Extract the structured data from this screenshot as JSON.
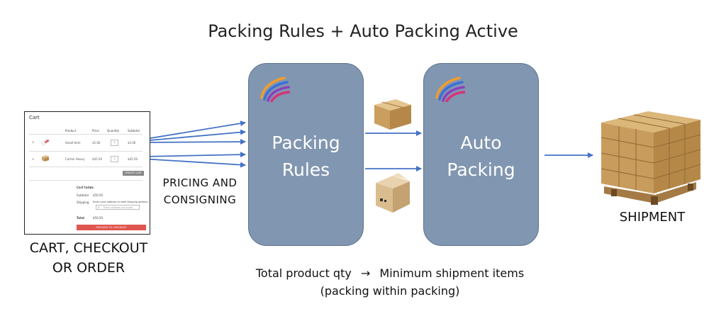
{
  "title": "Packing Rules + Auto Packing Active",
  "cart_panel": {
    "heading": "Cart",
    "columns": [
      "Product",
      "Price",
      "Quantity",
      "Subtotal"
    ],
    "rows": [
      {
        "name": "Small Item",
        "price": "$5.00",
        "qty": "1",
        "subtotal": "$5.00"
      },
      {
        "name": "Carton Heavy",
        "price": "$45.50",
        "qty": "1",
        "subtotal": "$45.50"
      }
    ],
    "update_button": "UPDATE CART",
    "totals_heading": "Cart totals",
    "subtotal_label": "Subtotal",
    "subtotal_value": "$50.50",
    "shipping_label": "Shipping",
    "shipping_note": "Enter your address to view shipping options.",
    "search_placeholder": "Enter address for quote",
    "total_label": "Total",
    "total_value": "$50.50",
    "checkout_button": "PROCEED TO CHECKOUT"
  },
  "cart_label_line1": "CART, CHECKOUT",
  "cart_label_line2": "OR ORDER",
  "pricing_line1": "PRICING AND",
  "pricing_line2": "CONSIGNING",
  "packing_rules_line1": "Packing",
  "packing_rules_line2": "Rules",
  "auto_packing_line1": "Auto",
  "auto_packing_line2": "Packing",
  "shipment_label": "SHIPMENT",
  "footer_left": "Total product qty",
  "footer_arrow": "→",
  "footer_right": "Minimum shipment items",
  "footer_line2": "(packing within packing)",
  "colors": {
    "box_fill": "#8196b0",
    "box_border": "#5d7390",
    "arrow": "#4472c4",
    "checkout_button": "#e0554f",
    "cardboard": "#c9a46a"
  },
  "icons": [
    "logo-swirl-icon",
    "cardboard-box-icon",
    "open-box-icon",
    "pallet-icon"
  ]
}
